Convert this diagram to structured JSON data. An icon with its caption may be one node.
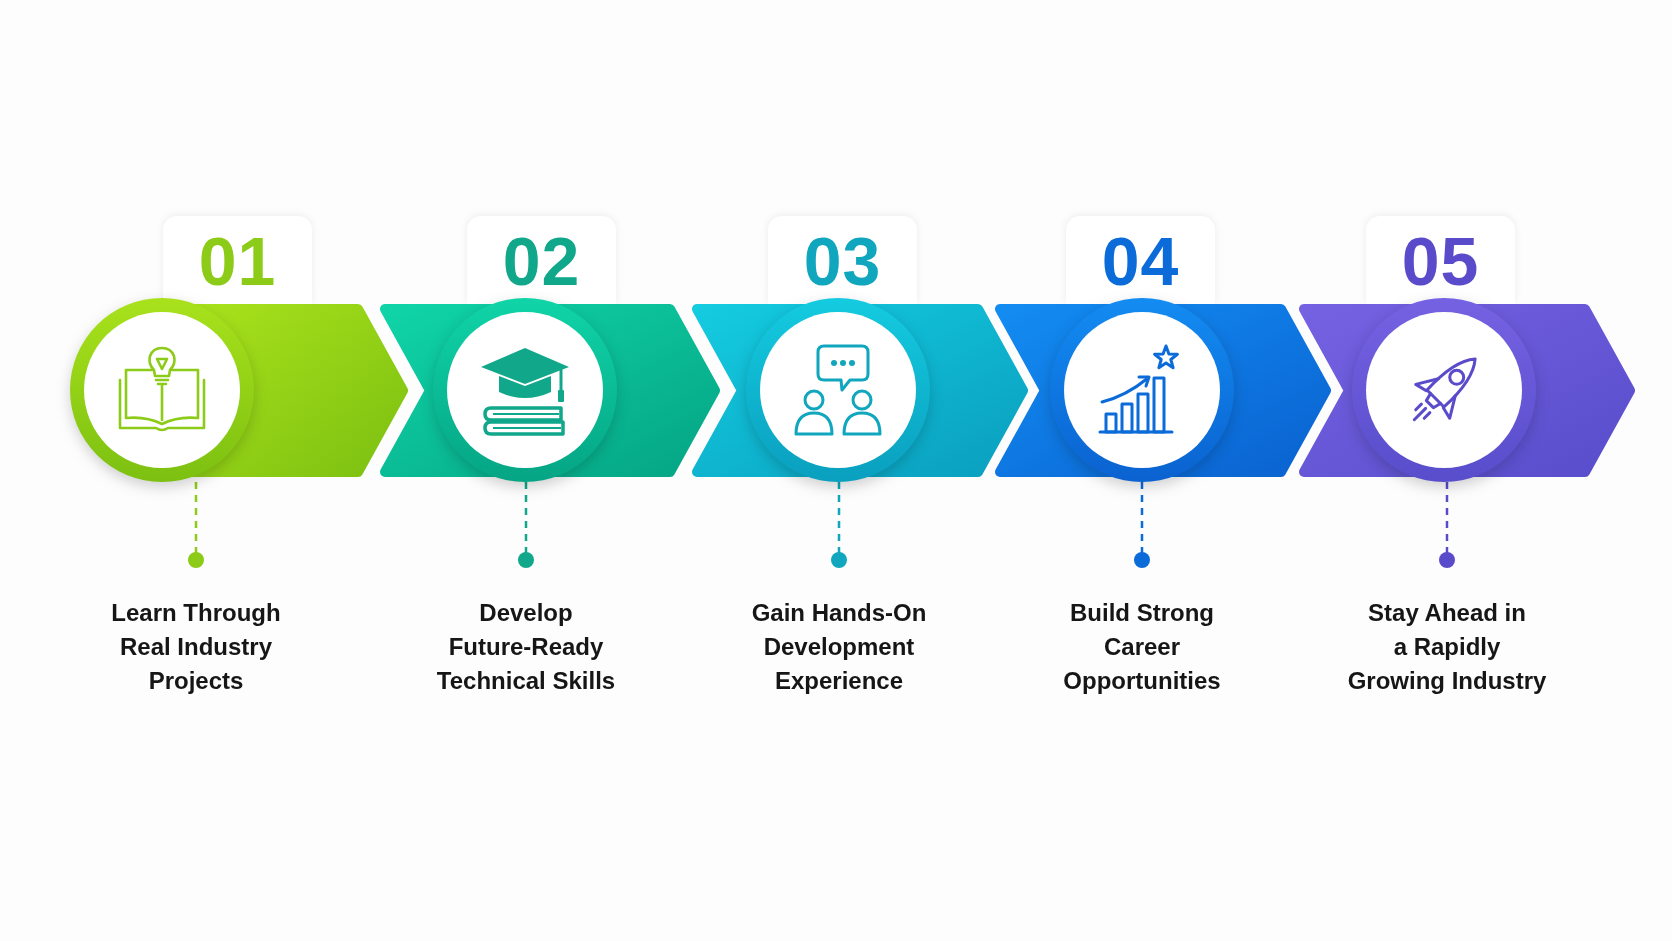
{
  "diagram": {
    "nodes": [
      {
        "text": [
          "01"
        ]
      },
      {
        "text": [
          "02"
        ]
      },
      {
        "text": [
          "03"
        ]
      },
      {
        "text": [
          "04"
        ]
      },
      {
        "text": [
          "05"
        ]
      },
      {
        "text": [
          "Learn Through Real Industry Projects"
        ]
      },
      {
        "text": [
          "Develop Future-Ready Technical Skills"
        ]
      },
      {
        "text": [
          "Gain Hands-On Development Experience"
        ]
      },
      {
        "text": [
          "Build Strong Career Opportunities"
        ]
      },
      {
        "text": [
          "Stay Ahead in a Rapidly Growing Industry"
        ]
      }
    ],
    "edges": [
      {
        "from": 0,
        "to": 5,
        "arrow": "other",
        "style": "dashed",
        "color": "#8ccb17"
      },
      {
        "from": 1,
        "to": 6,
        "arrow": "other",
        "style": "dashed",
        "color": "#11a78a"
      },
      {
        "from": 2,
        "to": 7,
        "arrow": "other",
        "style": "dashed",
        "color": "#10a6be"
      },
      {
        "from": 3,
        "to": 8,
        "arrow": "other",
        "style": "dashed",
        "color": "#0b6bd9"
      },
      {
        "from": 4,
        "to": 9,
        "arrow": "other",
        "style": "dashed",
        "color": "#5a4bcb"
      }
    ]
  }
}
